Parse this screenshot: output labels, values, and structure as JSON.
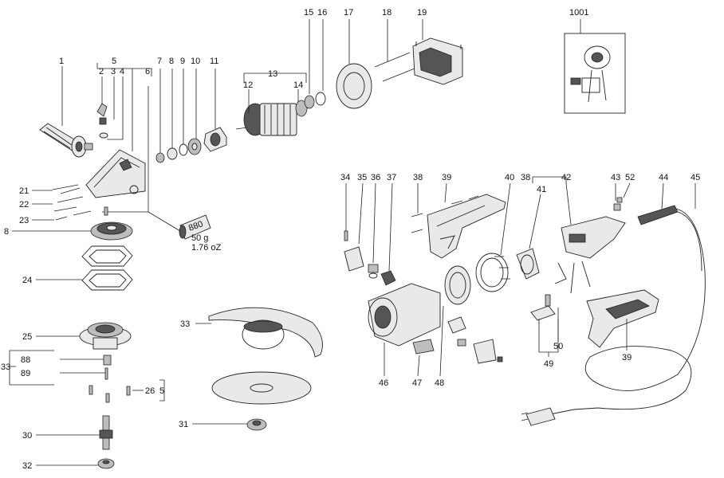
{
  "callouts": {
    "c1": "1",
    "c2": "2",
    "c3": "3",
    "c4": "4",
    "c5": "5",
    "c6": "6",
    "c7": "7",
    "c8": "8",
    "c9": "9",
    "c10": "10",
    "c11": "11",
    "c12": "12",
    "c13": "13",
    "c14": "14",
    "c15": "15",
    "c16": "16",
    "c17": "17",
    "c18": "18",
    "c19": "19",
    "c1001": "1001",
    "c21": "21",
    "c22": "22",
    "c23": "23",
    "c8b": "8",
    "c24": "24",
    "c25": "25",
    "c33a": "33",
    "c88": "88",
    "c89": "89",
    "c26": "26",
    "c5b": "5",
    "c30": "30",
    "c31": "31",
    "c32": "32",
    "c33b": "33",
    "c34": "34",
    "c35": "35",
    "c36": "36",
    "c37": "37",
    "c38": "38",
    "c39": "39",
    "c40": "40",
    "c38b": "38",
    "c41": "41",
    "c42": "42",
    "c43": "43",
    "c52": "52",
    "c44": "44",
    "c45": "45",
    "c46": "46",
    "c47": "47",
    "c48": "48",
    "c49": "49",
    "c50": "50",
    "c39b": "39"
  },
  "grease": {
    "tube_number": "880",
    "weight_metric": "50 g",
    "weight_imperial": "1.76 oZ"
  }
}
